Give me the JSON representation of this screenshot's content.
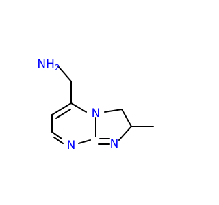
{
  "molecule": {
    "atoms": {
      "amine": {
        "symbol": "NH",
        "subscript": "2",
        "color": "#0000ff"
      },
      "bridge_n": {
        "symbol": "N",
        "color": "#0000ff"
      },
      "ring_n": {
        "symbol": "N",
        "color": "#0000ff"
      },
      "imine_n": {
        "symbol": "N",
        "color": "#0000ff"
      }
    },
    "bond_color": "#000000"
  }
}
